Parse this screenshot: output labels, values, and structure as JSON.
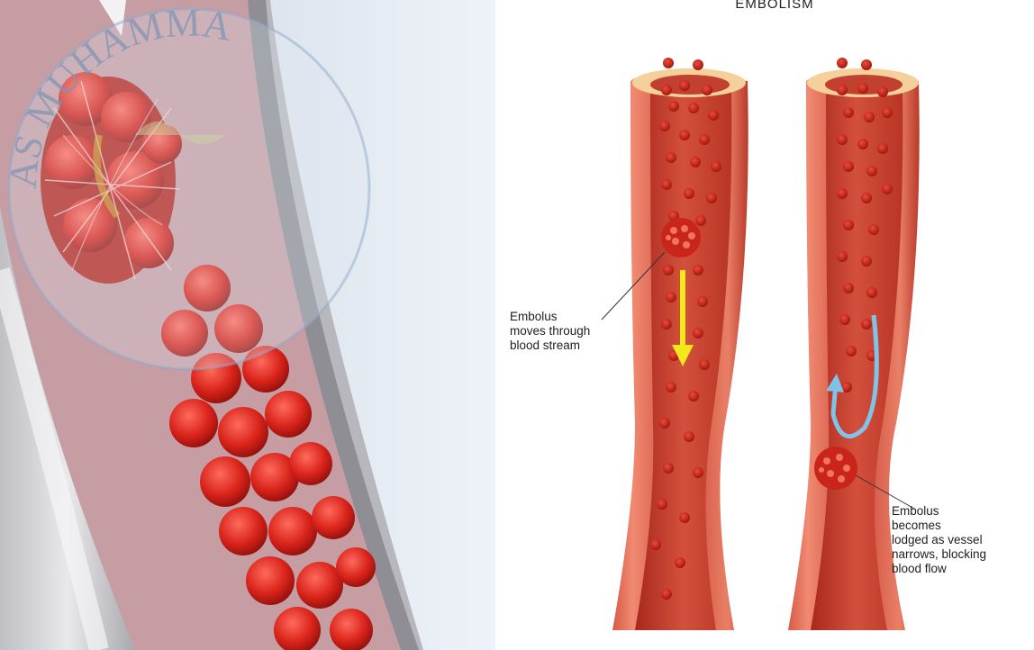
{
  "title": "EMBOLISM",
  "labels": {
    "moving": "Embolus\nmoves through\nblood stream",
    "lodged": "Embolus\nbecomes\nlodged as vessel\nnarrows, blocking\nblood flow"
  },
  "watermark": {
    "text": "AS MUHAMMA"
  },
  "colors": {
    "vessel_wall": "#e06a55",
    "vessel_inner": "#c8402f",
    "blood_cell": "#d42a1e",
    "flow_arrow": "#f2e81a",
    "backflow_arrow": "#7fc3e6",
    "photo_background": "#e6eef6"
  }
}
